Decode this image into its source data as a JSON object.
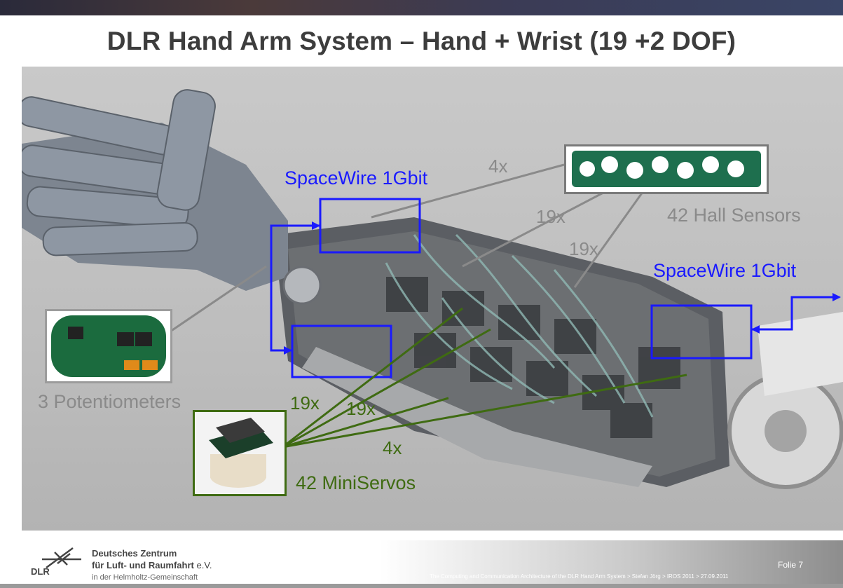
{
  "slide": {
    "title": "DLR Hand Arm System – Hand + Wrist (19 +2 DOF)",
    "page_label": "Folie 7",
    "footer_citation": "The Computing and Communication Architecture of the DLR Hand Arm System > Stefan Jörg > IROS 2011 > 27.09.2011"
  },
  "labels": {
    "spacewire_top": "SpaceWire 1Gbit",
    "spacewire_right": "SpaceWire 1Gbit",
    "hall_sensors": "42 Hall Sensors",
    "potentiometers": "3 Potentiometers",
    "miniservos": "42 MiniServos",
    "count_4x_top": "4x",
    "count_19x_a": "19x",
    "count_19x_b": "19x",
    "count_19x_green_a": "19x",
    "count_19x_green_b": "19x",
    "count_4x_green": "4x"
  },
  "logo": {
    "line1": "Deutsches Zentrum",
    "line2": "für Luft- und Raumfahrt",
    "suffix": "e.V.",
    "line3": "in der Helmholtz-Gemeinschaft",
    "abbr": "DLR"
  },
  "colors": {
    "title": "#3d3d3d",
    "spacewire_blue": "#1a1aff",
    "servo_green": "#3f6b12",
    "sensor_gray": "#8a8a8a"
  }
}
